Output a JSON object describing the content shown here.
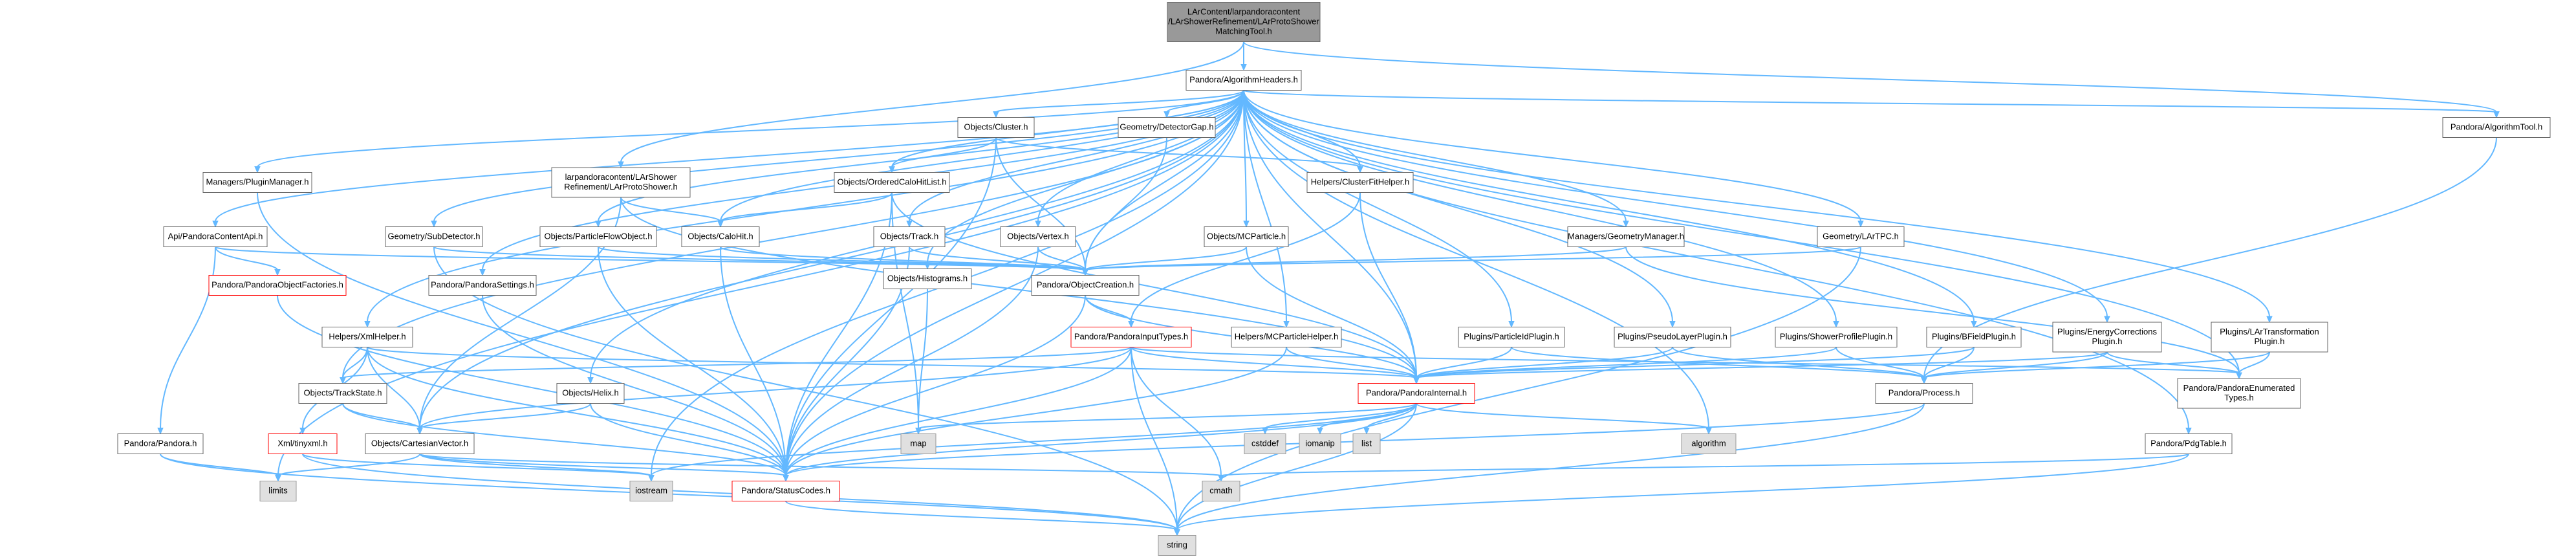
{
  "graph": {
    "style": {
      "root_fill": "#999999",
      "default_fill": "#ffffff",
      "default_stroke": "#666666",
      "red_stroke": "#ff0000",
      "system_fill": "#e0e0e0",
      "system_stroke": "#999999",
      "edge_color": "#63b8ff"
    },
    "nodes": [
      {
        "id": "root",
        "lines": [
          "LArContent/larpandoracontent",
          "/LArShowerRefinement/LArProtoShower",
          "MatchingTool.h"
        ],
        "kind": "root"
      },
      {
        "id": "algheaders",
        "lines": [
          "Pandora/AlgorithmHeaders.h"
        ],
        "kind": "default"
      },
      {
        "id": "algtool",
        "lines": [
          "Pandora/AlgorithmTool.h"
        ],
        "kind": "default"
      },
      {
        "id": "objcluster",
        "lines": [
          "Objects/Cluster.h"
        ],
        "kind": "default"
      },
      {
        "id": "geomdetgap",
        "lines": [
          "Geometry/DetectorGap.h"
        ],
        "kind": "default"
      },
      {
        "id": "larprotoshower",
        "lines": [
          "larpandoracontent/LArShower",
          "Refinement/LArProtoShower.h"
        ],
        "kind": "default"
      },
      {
        "id": "mgrplugin",
        "lines": [
          "Managers/PluginManager.h"
        ],
        "kind": "default"
      },
      {
        "id": "objorderedcalo",
        "lines": [
          "Objects/OrderedCaloHitList.h"
        ],
        "kind": "default"
      },
      {
        "id": "helpclusterfit",
        "lines": [
          "Helpers/ClusterFitHelper.h"
        ],
        "kind": "default"
      },
      {
        "id": "apicontent",
        "lines": [
          "Api/PandoraContentApi.h"
        ],
        "kind": "default"
      },
      {
        "id": "geomsubdet",
        "lines": [
          "Geometry/SubDetector.h"
        ],
        "kind": "default"
      },
      {
        "id": "objpfo",
        "lines": [
          "Objects/ParticleFlowObject.h"
        ],
        "kind": "default"
      },
      {
        "id": "objcalohit",
        "lines": [
          "Objects/CaloHit.h"
        ],
        "kind": "default"
      },
      {
        "id": "objtrack",
        "lines": [
          "Objects/Track.h"
        ],
        "kind": "default"
      },
      {
        "id": "objvertex",
        "lines": [
          "Objects/Vertex.h"
        ],
        "kind": "default"
      },
      {
        "id": "objmcp",
        "lines": [
          "Objects/MCParticle.h"
        ],
        "kind": "default"
      },
      {
        "id": "mgrgeom",
        "lines": [
          "Managers/GeometryManager.h"
        ],
        "kind": "default"
      },
      {
        "id": "geomlartpc",
        "lines": [
          "Geometry/LArTPC.h"
        ],
        "kind": "default"
      },
      {
        "id": "objfactories",
        "lines": [
          "Pandora/PandoraObjectFactories.h"
        ],
        "kind": "red"
      },
      {
        "id": "pandorasettings",
        "lines": [
          "Pandora/PandoraSettings.h"
        ],
        "kind": "default"
      },
      {
        "id": "objhistograms",
        "lines": [
          "Objects/Histograms.h"
        ],
        "kind": "default"
      },
      {
        "id": "objcreation",
        "lines": [
          "Pandora/ObjectCreation.h"
        ],
        "kind": "default"
      },
      {
        "id": "pandorainputtypes",
        "lines": [
          "Pandora/PandoraInputTypes.h"
        ],
        "kind": "red"
      },
      {
        "id": "helpmcp",
        "lines": [
          "Helpers/MCParticleHelper.h"
        ],
        "kind": "default"
      },
      {
        "id": "plugparticleid",
        "lines": [
          "Plugins/ParticleIdPlugin.h"
        ],
        "kind": "default"
      },
      {
        "id": "plugpseudolayer",
        "lines": [
          "Plugins/PseudoLayerPlugin.h"
        ],
        "kind": "default"
      },
      {
        "id": "plugshowerprofile",
        "lines": [
          "Plugins/ShowerProfilePlugin.h"
        ],
        "kind": "default"
      },
      {
        "id": "plugbfield",
        "lines": [
          "Plugins/BFieldPlugin.h"
        ],
        "kind": "default"
      },
      {
        "id": "plugenergycorr",
        "lines": [
          "Plugins/EnergyCorrections",
          "Plugin.h"
        ],
        "kind": "default"
      },
      {
        "id": "pluglartransform",
        "lines": [
          "Plugins/LArTransformation",
          "Plugin.h"
        ],
        "kind": "default"
      },
      {
        "id": "helpxml",
        "lines": [
          "Helpers/XmlHelper.h"
        ],
        "kind": "default"
      },
      {
        "id": "objtrackstate",
        "lines": [
          "Objects/TrackState.h"
        ],
        "kind": "default"
      },
      {
        "id": "objhelix",
        "lines": [
          "Objects/Helix.h"
        ],
        "kind": "default"
      },
      {
        "id": "pandorainternal",
        "lines": [
          "Pandora/PandoraInternal.h"
        ],
        "kind": "red"
      },
      {
        "id": "pandoraprocess",
        "lines": [
          "Pandora/Process.h"
        ],
        "kind": "default"
      },
      {
        "id": "pandoraenum",
        "lines": [
          "Pandora/PandoraEnumerated",
          "Types.h"
        ],
        "kind": "default"
      },
      {
        "id": "xmltiny",
        "lines": [
          "Xml/tinyxml.h"
        ],
        "kind": "red"
      },
      {
        "id": "objcartesian",
        "lines": [
          "Objects/CartesianVector.h"
        ],
        "kind": "default"
      },
      {
        "id": "map",
        "lines": [
          "map"
        ],
        "kind": "system"
      },
      {
        "id": "cstddef",
        "lines": [
          "cstddef"
        ],
        "kind": "system"
      },
      {
        "id": "iomanip",
        "lines": [
          "iomanip"
        ],
        "kind": "system"
      },
      {
        "id": "list",
        "lines": [
          "list"
        ],
        "kind": "system"
      },
      {
        "id": "algorithm",
        "lines": [
          "algorithm"
        ],
        "kind": "system"
      },
      {
        "id": "pandorapandora",
        "lines": [
          "Pandora/Pandora.h"
        ],
        "kind": "default"
      },
      {
        "id": "pdgtable",
        "lines": [
          "Pandora/PdgTable.h"
        ],
        "kind": "default"
      },
      {
        "id": "limits",
        "lines": [
          "limits"
        ],
        "kind": "system"
      },
      {
        "id": "iostream",
        "lines": [
          "iostream"
        ],
        "kind": "system"
      },
      {
        "id": "statuscodes",
        "lines": [
          "Pandora/StatusCodes.h"
        ],
        "kind": "red"
      },
      {
        "id": "cmath",
        "lines": [
          "cmath"
        ],
        "kind": "system"
      },
      {
        "id": "string",
        "lines": [
          "string"
        ],
        "kind": "system"
      }
    ],
    "edges": [
      [
        "root",
        "algheaders"
      ],
      [
        "root",
        "algtool"
      ],
      [
        "root",
        "larprotoshower"
      ],
      [
        "algheaders",
        "algtool"
      ],
      [
        "algheaders",
        "objcluster"
      ],
      [
        "algheaders",
        "geomdetgap"
      ],
      [
        "algheaders",
        "mgrplugin"
      ],
      [
        "algheaders",
        "objorderedcalo"
      ],
      [
        "algheaders",
        "helpclusterfit"
      ],
      [
        "algheaders",
        "apicontent"
      ],
      [
        "algheaders",
        "geomsubdet"
      ],
      [
        "algheaders",
        "objpfo"
      ],
      [
        "algheaders",
        "objcalohit"
      ],
      [
        "algheaders",
        "objtrack"
      ],
      [
        "algheaders",
        "objvertex"
      ],
      [
        "algheaders",
        "objmcp"
      ],
      [
        "algheaders",
        "mgrgeom"
      ],
      [
        "algheaders",
        "geomlartpc"
      ],
      [
        "algheaders",
        "pandorasettings"
      ],
      [
        "algheaders",
        "objhistograms"
      ],
      [
        "algheaders",
        "objcreation"
      ],
      [
        "algheaders",
        "helpmcp"
      ],
      [
        "algheaders",
        "plugparticleid"
      ],
      [
        "algheaders",
        "plugpseudolayer"
      ],
      [
        "algheaders",
        "plugshowerprofile"
      ],
      [
        "algheaders",
        "plugbfield"
      ],
      [
        "algheaders",
        "plugenergycorr"
      ],
      [
        "algheaders",
        "pluglartransform"
      ],
      [
        "algheaders",
        "helpxml"
      ],
      [
        "algheaders",
        "objtrackstate"
      ],
      [
        "algheaders",
        "objhelix"
      ],
      [
        "algheaders",
        "pandorainternal"
      ],
      [
        "algheaders",
        "pandoraenum"
      ],
      [
        "algheaders",
        "objcartesian"
      ],
      [
        "algheaders",
        "pdgtable"
      ],
      [
        "algheaders",
        "statuscodes"
      ],
      [
        "algheaders",
        "limits"
      ],
      [
        "algheaders",
        "algorithm"
      ],
      [
        "algheaders",
        "iostream"
      ],
      [
        "algtool",
        "pandoraprocess"
      ],
      [
        "objcluster",
        "objorderedcalo"
      ],
      [
        "objcluster",
        "helpclusterfit"
      ],
      [
        "objcluster",
        "objcreation"
      ],
      [
        "objcluster",
        "statuscodes"
      ],
      [
        "geomdetgap",
        "objcreation"
      ],
      [
        "larprotoshower",
        "objcalohit"
      ],
      [
        "larprotoshower",
        "objcartesian"
      ],
      [
        "larprotoshower",
        "pandorainternal"
      ],
      [
        "mgrplugin",
        "statuscodes"
      ],
      [
        "objorderedcalo",
        "objcalohit"
      ],
      [
        "objorderedcalo",
        "map"
      ],
      [
        "objorderedcalo",
        "pandorainternal"
      ],
      [
        "objorderedcalo",
        "statuscodes"
      ],
      [
        "helpclusterfit",
        "pandorainternal"
      ],
      [
        "helpclusterfit",
        "pandorainputtypes"
      ],
      [
        "apicontent",
        "objfactories"
      ],
      [
        "apicontent",
        "pandorapandora"
      ],
      [
        "apicontent",
        "objcreation"
      ],
      [
        "geomsubdet",
        "objcreation"
      ],
      [
        "geomsubdet",
        "string"
      ],
      [
        "objpfo",
        "objcreation"
      ],
      [
        "objpfo",
        "statuscodes"
      ],
      [
        "objcalohit",
        "objcreation"
      ],
      [
        "objcalohit",
        "statuscodes"
      ],
      [
        "objtrack",
        "objcreation"
      ],
      [
        "objtrack",
        "statuscodes"
      ],
      [
        "objvertex",
        "objcreation"
      ],
      [
        "objvertex",
        "statuscodes"
      ],
      [
        "objmcp",
        "objcreation"
      ],
      [
        "objmcp",
        "pandorainternal"
      ],
      [
        "mgrgeom",
        "objcreation"
      ],
      [
        "mgrgeom",
        "pandoraenum"
      ],
      [
        "geomlartpc",
        "objcreation"
      ],
      [
        "geomlartpc",
        "string"
      ],
      [
        "objfactories",
        "statuscodes"
      ],
      [
        "pandorasettings",
        "statuscodes"
      ],
      [
        "objhistograms",
        "map"
      ],
      [
        "objcreation",
        "pandorainputtypes"
      ],
      [
        "objcreation",
        "pandorainternal"
      ],
      [
        "objcreation",
        "statuscodes"
      ],
      [
        "pandorainputtypes",
        "objcartesian"
      ],
      [
        "pandorainputtypes",
        "objtrackstate"
      ],
      [
        "pandorainputtypes",
        "pandorainternal"
      ],
      [
        "pandorainputtypes",
        "pandoraenum"
      ],
      [
        "pandorainputtypes",
        "statuscodes"
      ],
      [
        "pandorainputtypes",
        "cmath"
      ],
      [
        "pandorainputtypes",
        "string"
      ],
      [
        "helpmcp",
        "pandorainternal"
      ],
      [
        "helpmcp",
        "statuscodes"
      ],
      [
        "plugparticleid",
        "pandoraprocess"
      ],
      [
        "plugparticleid",
        "pandorainternal"
      ],
      [
        "plugpseudolayer",
        "pandoraprocess"
      ],
      [
        "plugpseudolayer",
        "pandorainternal"
      ],
      [
        "plugshowerprofile",
        "pandoraprocess"
      ],
      [
        "plugshowerprofile",
        "pandorainternal"
      ],
      [
        "plugbfield",
        "pandoraprocess"
      ],
      [
        "plugbfield",
        "pandorainternal"
      ],
      [
        "plugenergycorr",
        "pandoraprocess"
      ],
      [
        "plugenergycorr",
        "pandoraenum"
      ],
      [
        "plugenergycorr",
        "pandorainternal"
      ],
      [
        "pluglartransform",
        "pandoraprocess"
      ],
      [
        "pluglartransform",
        "pandoraenum"
      ],
      [
        "helpxml",
        "objtrackstate"
      ],
      [
        "helpxml",
        "xmltiny"
      ],
      [
        "helpxml",
        "objcartesian"
      ],
      [
        "helpxml",
        "pandorainternal"
      ],
      [
        "helpxml",
        "statuscodes"
      ],
      [
        "objtrackstate",
        "objcartesian"
      ],
      [
        "objtrackstate",
        "statuscodes"
      ],
      [
        "objhelix",
        "objcartesian"
      ],
      [
        "objhelix",
        "statuscodes"
      ],
      [
        "pandorainternal",
        "map"
      ],
      [
        "pandorainternal",
        "cstddef"
      ],
      [
        "pandorainternal",
        "iomanip"
      ],
      [
        "pandorainternal",
        "list"
      ],
      [
        "pandorainternal",
        "algorithm"
      ],
      [
        "pandorainternal",
        "iostream"
      ],
      [
        "pandorainternal",
        "statuscodes"
      ],
      [
        "pandorainternal",
        "string"
      ],
      [
        "pandoraprocess",
        "statuscodes"
      ],
      [
        "pandoraprocess",
        "string"
      ],
      [
        "xmltiny",
        "iostream"
      ],
      [
        "xmltiny",
        "string"
      ],
      [
        "objcartesian",
        "limits"
      ],
      [
        "objcartesian",
        "iostream"
      ],
      [
        "objcartesian",
        "statuscodes"
      ],
      [
        "objcartesian",
        "cmath"
      ],
      [
        "pandorapandora",
        "limits"
      ],
      [
        "pandorapandora",
        "string"
      ],
      [
        "pdgtable",
        "cmath"
      ],
      [
        "pdgtable",
        "string"
      ],
      [
        "statuscodes",
        "string"
      ]
    ]
  }
}
